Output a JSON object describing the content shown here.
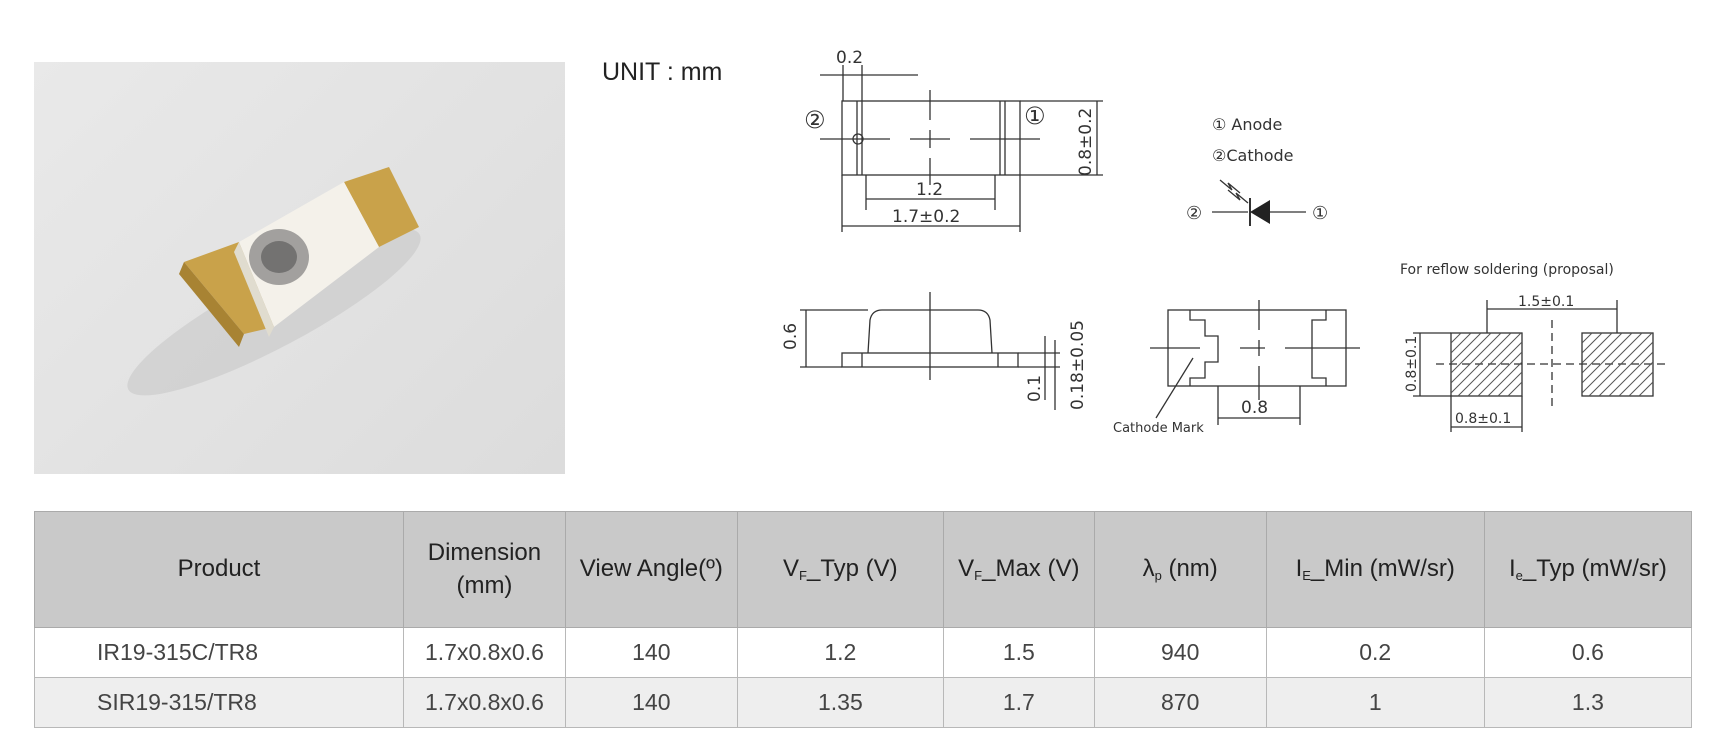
{
  "unit_label": "UNIT : mm",
  "drawing": {
    "top_view": {
      "dim_pad": "0.2",
      "dim_inner": "1.2",
      "dim_length": "1.7±0.2",
      "dim_width": "0.8±0.2",
      "pin_left": "②",
      "pin_right": "①"
    },
    "legend": {
      "anode": "① Anode",
      "cathode": "②Cathode",
      "pin_left": "②",
      "pin_right": "①"
    },
    "side_view": {
      "dim_height": "0.6",
      "dim_pad": "0.1",
      "dim_terminal": "0.18±0.05"
    },
    "bottom_view": {
      "dim_pad": "0.8",
      "cathode_mark": "Cathode Mark"
    },
    "reflow": {
      "title": "For reflow soldering (proposal)",
      "dim_pitch": "1.5±0.1",
      "dim_height": "0.8±0.1",
      "dim_width": "0.8±0.1"
    }
  },
  "table": {
    "headers": {
      "product": "Product",
      "dimension_line1": "Dimension",
      "dimension_line2": "(mm)",
      "view_angle": "View Angle(º)",
      "vf_typ_v": "V",
      "vf_typ_sub": "F",
      "vf_typ_rest": "_Typ (V)",
      "vf_max_v": "V",
      "vf_max_sub": "F",
      "vf_max_rest": "_Max (V)",
      "lambda": "λ",
      "lambda_sub": "p",
      "lambda_rest": " (nm)",
      "ie_min": "I",
      "ie_min_sub": "E",
      "ie_min_rest": "_Min (mW/sr)",
      "ie_typ": "I",
      "ie_typ_sub": "e",
      "ie_typ_rest": "_Typ (mW/sr)"
    },
    "rows": [
      {
        "product": "IR19-315C/TR8",
        "dimension": "1.7x0.8x0.6",
        "view_angle": "140",
        "vf_typ": "1.2",
        "vf_max": "1.5",
        "lambda": "940",
        "ie_min": "0.2",
        "ie_typ": "0.6"
      },
      {
        "product": "SIR19-315/TR8",
        "dimension": "1.7x0.8x0.6",
        "view_angle": "140",
        "vf_typ": "1.35",
        "vf_max": "1.7",
        "lambda": "870",
        "ie_min": "1",
        "ie_typ": "1.3"
      }
    ]
  }
}
